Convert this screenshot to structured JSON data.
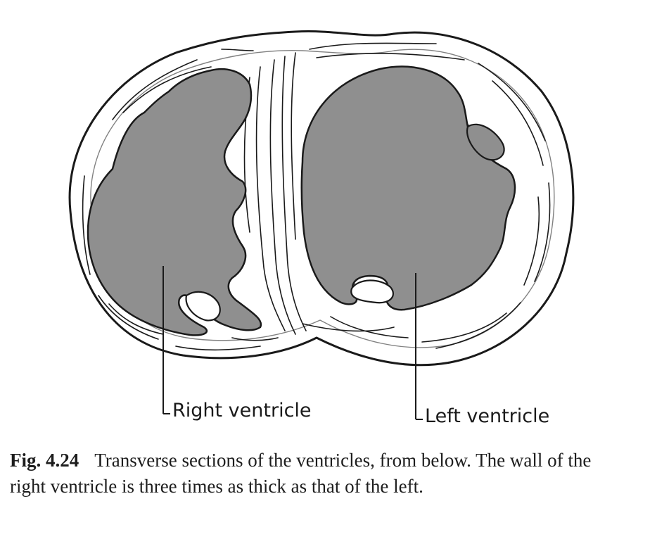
{
  "figure": {
    "labels": {
      "right_ventricle": "Right ventricle",
      "left_ventricle": "Left ventricle"
    },
    "colors": {
      "cavity": "#8f8f8f",
      "outline": "#1a1a1a",
      "background": "#ffffff"
    }
  },
  "caption": {
    "number": "Fig. 4.24",
    "text": "Transverse sections of the ventricles, from below. The wall of the right ventricle is three times as thick as that of the left."
  }
}
